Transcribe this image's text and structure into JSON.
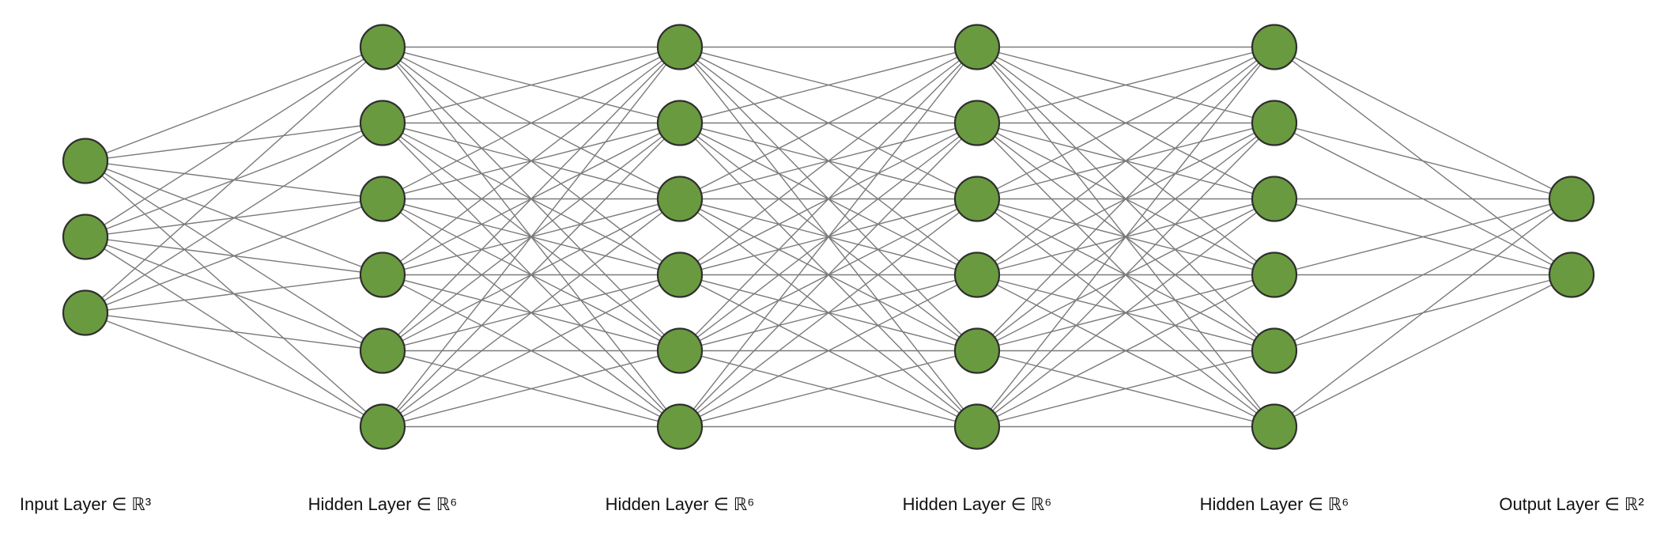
{
  "diagram": {
    "type": "feedforward-neural-network",
    "colors": {
      "node_fill": "#6a9a3f",
      "node_stroke": "#2f2f2f",
      "edge": "#7a7a7a",
      "label": "#111111",
      "background": "#ffffff"
    },
    "layers": [
      {
        "label": "Input Layer ∈ ℝ³",
        "units": 3
      },
      {
        "label": "Hidden Layer ∈ ℝ⁶",
        "units": 6
      },
      {
        "label": "Hidden Layer ∈ ℝ⁶",
        "units": 6
      },
      {
        "label": "Hidden Layer ∈ ℝ⁶",
        "units": 6
      },
      {
        "label": "Hidden Layer ∈ ℝ⁶",
        "units": 6
      },
      {
        "label": "Output Layer ∈ ℝ²",
        "units": 2
      }
    ],
    "connectivity": "fully-connected"
  }
}
